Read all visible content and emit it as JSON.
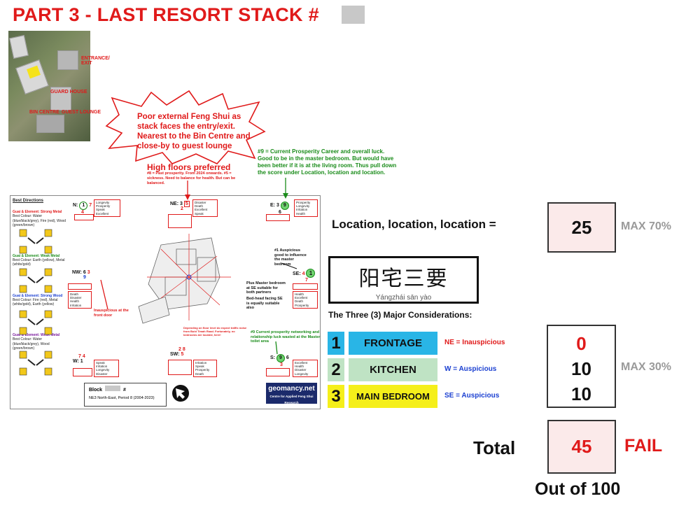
{
  "title": "PART 3 - LAST RESORT STACK #",
  "aerial": {
    "labels": [
      "ENTRANCE/ EXIT",
      "GUARD HOUSE",
      "BIN CENTRE",
      "GUEST LOUNGE"
    ],
    "highlight_color": "#f5e31a"
  },
  "callout": {
    "text": "Poor external Feng Shui as stack faces the entry/exit. Nearest to the Bin Centre and close-by to guest lounge"
  },
  "high_floors": {
    "title": "High floors preferred",
    "note": "#8 = Past prosperity. From 2024 onwards. #5 = sickness. Need to balance for health. But can be balanced."
  },
  "prosperity_note": "#9 = Current Prosperity Career and overall luck. Good to be in the master bedroom. But would have been better if it is at the living room. Thus pull down the score under Location, location and location.",
  "plan": {
    "best_directions_title": "Best Directions",
    "best_directions": [
      {
        "label": "Guai & Element: Strong Metal",
        "colour": "Best Colour: Water (blue/black/grey), Fire (red), Wood (green/brown)"
      },
      {
        "label": "Guai & Element: Weak Metal",
        "colour": "Best Colour: Earth (yellow), Metal (white/gold)"
      },
      {
        "label": "Guai & Element: Strong Wood",
        "colour": "Best Colour: Fire (red), Metal (white/gold), Earth (yellow)"
      },
      {
        "label": "Guai & Element: Weak Metal",
        "colour": "Best Colour: Water (blue/black/grey), Wood (green/brown)"
      }
    ],
    "sectors": {
      "N": {
        "code": "N:",
        "a": "1",
        "b": "7",
        "c": "4",
        "list": [
          "Longevity",
          "Prosperity",
          "Speak",
          "Excellent"
        ]
      },
      "NE": {
        "code": "NE:",
        "a": "3",
        "b": "5",
        "c": "2",
        "list": [
          "Disaster",
          "Death",
          "Excellent",
          "Speak"
        ]
      },
      "E": {
        "code": "E:",
        "a": "3",
        "b": "9",
        "c": "6",
        "list": [
          "Prosperity",
          "Longevity",
          "Irritation",
          "Health"
        ]
      },
      "NW": {
        "code": "NW:",
        "a": "6",
        "b": "3",
        "c": "9"
      },
      "SE": {
        "code": "SE:",
        "a": "4",
        "b": "1",
        "c": "7"
      },
      "W": {
        "code": "W:",
        "a": "7",
        "b": "4",
        "c": "1",
        "list": [
          "Speak",
          "Irritation",
          "Longevity",
          "Disaster"
        ]
      },
      "SW": {
        "code": "SW:",
        "a": "2",
        "b": "8",
        "c": "5",
        "list": [
          "Irritation",
          "Speak",
          "Prosperity",
          "Death"
        ]
      },
      "S": {
        "code": "S:",
        "a": "9",
        "b": "6",
        "c": "3",
        "list": [
          "Excellent",
          "Health",
          "Disaster",
          "Longevity"
        ]
      }
    },
    "nw_list": [
      "Death",
      "Disaster",
      "Health",
      "Irritation"
    ],
    "se_list": [
      "Health",
      "Excellent",
      "Death",
      "Prosperity"
    ],
    "notes": {
      "front_door": "Inauspicious at the front door",
      "auspicious": "#1 Auspicious good to influence the master bedroom",
      "master_bedroom": "Plus Master bedroom at SE suitable for both partners",
      "bed_head": "Bed-head facing SE is equally suitable also",
      "toilet": "#9 Current prosperity networking and relationship luck wasted at the Master toilet area",
      "floor": "Depending on floor level do expect traffic noise from Buid Timah Road. Fortunately, no bedrooms are located, here!"
    },
    "block_label": "Block",
    "block_hash": "#",
    "period": "NE3 North-East, Period 8 (2004-2023)",
    "logo_line1": "geomancy.net",
    "logo_line2": "Centre for Applied Feng Shui Research"
  },
  "scores": {
    "location_label": "Location, location, location =",
    "location_score": "25",
    "location_max": "MAX 70%",
    "chinese_title": "阳宅三要",
    "pinyin": "Yángzhái sān yào",
    "considerations_title": "The Three (3) Major Considerations:",
    "items": [
      {
        "num": "1",
        "label": "FRONTAGE",
        "note": "NE = Inauspicious",
        "score": "0",
        "color": "#29b5e6",
        "note_color": "#e01a1a",
        "score_color": "#e01a1a"
      },
      {
        "num": "2",
        "label": "KITCHEN",
        "note": "W = Auspicious",
        "score": "10",
        "color": "#bfe3c4",
        "note_color": "#1a3fd1",
        "score_color": "#111111"
      },
      {
        "num": "3",
        "label": "MAIN BEDROOM",
        "note": "SE = Auspicious",
        "score": "10",
        "color": "#f5ef1a",
        "note_color": "#1a3fd1",
        "score_color": "#111111"
      }
    ],
    "category_max": "MAX 30%",
    "total_label": "Total",
    "total_score": "45",
    "result": "FAIL",
    "out_of": "Out of 100"
  }
}
